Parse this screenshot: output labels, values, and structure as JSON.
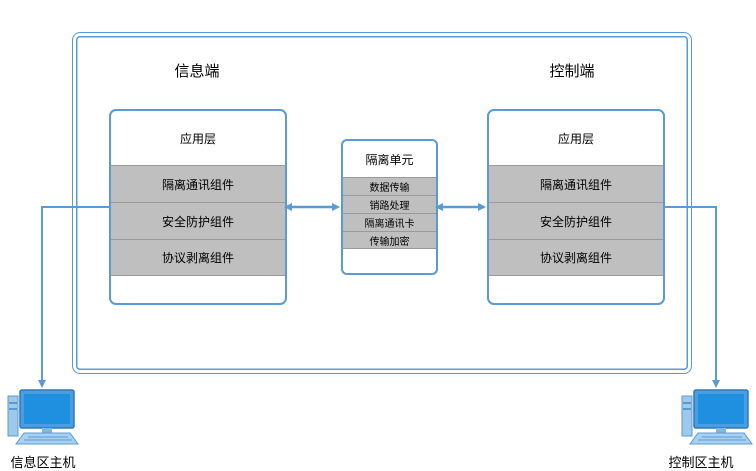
{
  "info_side": {
    "title": "信息端",
    "panel": {
      "header": "应用层",
      "components": [
        "隔离通讯组件",
        "安全防护组件",
        "协议剥离组件"
      ]
    },
    "host_label": "信息区主机"
  },
  "control_side": {
    "title": "控制端",
    "panel": {
      "header": "应用层",
      "components": [
        "隔离通讯组件",
        "安全防护组件",
        "协议剥离组件"
      ]
    },
    "host_label": "控制区主机"
  },
  "isolation_unit": {
    "title": "隔离单元",
    "items": [
      "数据传输",
      "销路处理",
      "隔离通讯卡",
      "传输加密"
    ]
  },
  "colors": {
    "accent": "#5b9bd5",
    "band": "#bfbfbf",
    "monitor": "#1f8fe0"
  },
  "icons": {
    "host": "desktop-computer-icon"
  }
}
